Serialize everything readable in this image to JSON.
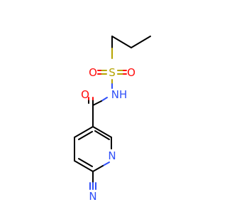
{
  "molecule": {
    "atoms": {
      "o_sulfonyl_left": "O",
      "o_sulfonyl_right": "O",
      "sulfur": "S",
      "amide_nh": "NH",
      "o_carbonyl": "O",
      "n_pyridine": "N",
      "n_nitrile": "N"
    },
    "colors": {
      "bond": "#000000",
      "oxygen": "#ff0d0d",
      "nitrogen": "#3050f8",
      "sulfur": "#b5a400"
    }
  }
}
